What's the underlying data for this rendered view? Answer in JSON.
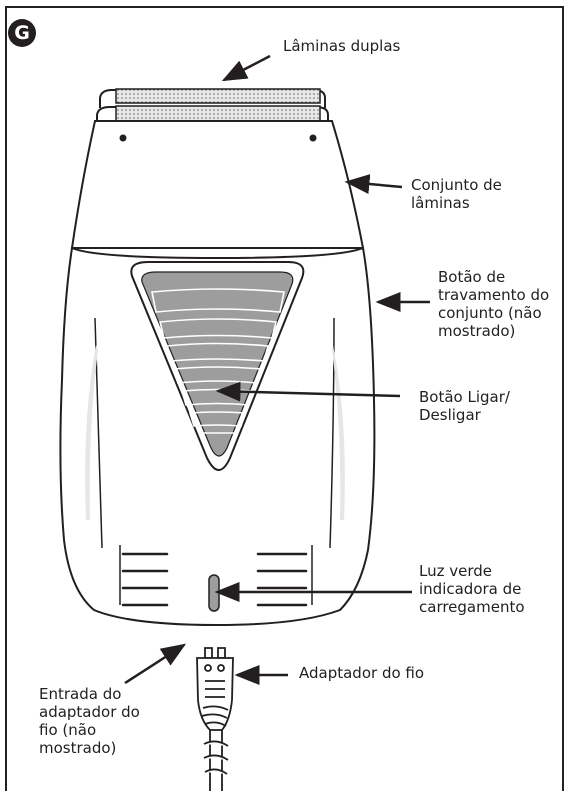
{
  "figure_letter": "G",
  "labels": {
    "dual_foils": "Lâminas duplas",
    "blade_assembly": "Conjunto de\nlâminas",
    "lock_button": "Botão de\ntravamento do\nconjunto (não\nmostrado)",
    "power_button": "Botão Ligar/\nDesligar",
    "charge_light": "Luz verde\nindicadora de\ncarregamento",
    "cord_input": "Entrada do\nadaptador do\nfio (não\nmostrado)",
    "cord_adapter": "Adaptador do fio"
  },
  "colors": {
    "ink": "#231f20",
    "button_fill": "#9d9d9d",
    "foil": "#c9c9c9"
  }
}
